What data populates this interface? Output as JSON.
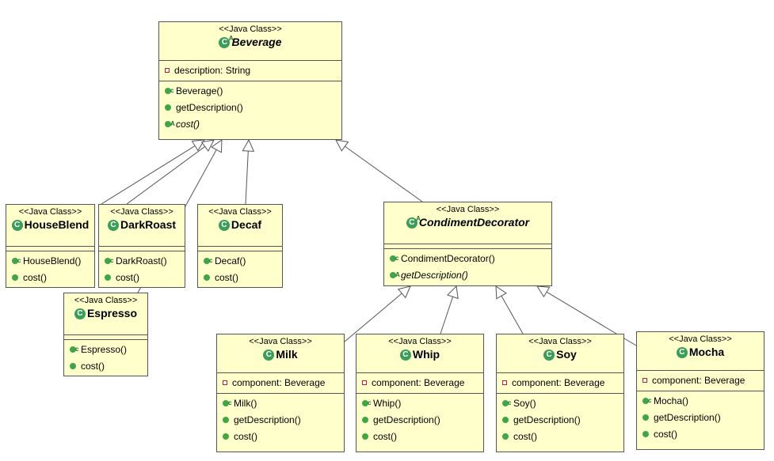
{
  "stereotype": "<<Java Class>>",
  "classes": [
    {
      "id": "beverage",
      "name": "Beverage",
      "abstract": true,
      "icon": "class-abstract-icon",
      "fields": [
        {
          "text": "description: String",
          "kind": "private-field"
        }
      ],
      "methods": [
        {
          "text": "Beverage()",
          "kind": "constructor"
        },
        {
          "text": "getDescription()",
          "kind": "public"
        },
        {
          "text": "cost()",
          "kind": "abstract"
        }
      ]
    },
    {
      "id": "houseblend",
      "name": "HouseBlend",
      "abstract": false,
      "icon": "class-icon",
      "fields": [],
      "methods": [
        {
          "text": "HouseBlend()",
          "kind": "constructor"
        },
        {
          "text": "cost()",
          "kind": "public"
        }
      ]
    },
    {
      "id": "darkroast",
      "name": "DarkRoast",
      "abstract": false,
      "icon": "class-icon",
      "fields": [],
      "methods": [
        {
          "text": "DarkRoast()",
          "kind": "constructor"
        },
        {
          "text": "cost()",
          "kind": "public"
        }
      ]
    },
    {
      "id": "decaf",
      "name": "Decaf",
      "abstract": false,
      "icon": "class-icon",
      "fields": [],
      "methods": [
        {
          "text": "Decaf()",
          "kind": "constructor"
        },
        {
          "text": "cost()",
          "kind": "public"
        }
      ]
    },
    {
      "id": "espresso",
      "name": "Espresso",
      "abstract": false,
      "icon": "class-icon",
      "fields": [],
      "methods": [
        {
          "text": "Espresso()",
          "kind": "constructor"
        },
        {
          "text": "cost()",
          "kind": "public"
        }
      ]
    },
    {
      "id": "condimentdecorator",
      "name": "CondimentDecorator",
      "abstract": true,
      "icon": "class-abstract-icon",
      "fields": [],
      "methods": [
        {
          "text": "CondimentDecorator()",
          "kind": "constructor"
        },
        {
          "text": "getDescription()",
          "kind": "abstract"
        }
      ]
    },
    {
      "id": "milk",
      "name": "Milk",
      "abstract": false,
      "icon": "class-icon",
      "fields": [
        {
          "text": "component: Beverage",
          "kind": "private-field"
        }
      ],
      "methods": [
        {
          "text": "Milk()",
          "kind": "constructor"
        },
        {
          "text": "getDescription()",
          "kind": "public"
        },
        {
          "text": "cost()",
          "kind": "public"
        }
      ]
    },
    {
      "id": "whip",
      "name": "Whip",
      "abstract": false,
      "icon": "class-icon",
      "fields": [
        {
          "text": "component: Beverage",
          "kind": "private-field"
        }
      ],
      "methods": [
        {
          "text": "Whip()",
          "kind": "constructor"
        },
        {
          "text": "getDescription()",
          "kind": "public"
        },
        {
          "text": "cost()",
          "kind": "public"
        }
      ]
    },
    {
      "id": "soy",
      "name": "Soy",
      "abstract": false,
      "icon": "class-icon",
      "fields": [
        {
          "text": "component: Beverage",
          "kind": "private-field"
        }
      ],
      "methods": [
        {
          "text": "Soy()",
          "kind": "constructor"
        },
        {
          "text": "getDescription()",
          "kind": "public"
        },
        {
          "text": "cost()",
          "kind": "public"
        }
      ]
    },
    {
      "id": "mocha",
      "name": "Mocha",
      "abstract": false,
      "icon": "class-icon",
      "fields": [
        {
          "text": "component: Beverage",
          "kind": "private-field"
        }
      ],
      "methods": [
        {
          "text": "Mocha()",
          "kind": "constructor"
        },
        {
          "text": "getDescription()",
          "kind": "public"
        },
        {
          "text": "cost()",
          "kind": "public"
        }
      ]
    }
  ],
  "relations": [
    {
      "from": "houseblend",
      "to": "beverage",
      "type": "generalization"
    },
    {
      "from": "darkroast",
      "to": "beverage",
      "type": "generalization"
    },
    {
      "from": "espresso",
      "to": "beverage",
      "type": "generalization"
    },
    {
      "from": "decaf",
      "to": "beverage",
      "type": "generalization"
    },
    {
      "from": "condimentdecorator",
      "to": "beverage",
      "type": "generalization"
    },
    {
      "from": "milk",
      "to": "condimentdecorator",
      "type": "generalization"
    },
    {
      "from": "whip",
      "to": "condimentdecorator",
      "type": "generalization"
    },
    {
      "from": "soy",
      "to": "condimentdecorator",
      "type": "generalization"
    },
    {
      "from": "mocha",
      "to": "condimentdecorator",
      "type": "generalization"
    }
  ]
}
